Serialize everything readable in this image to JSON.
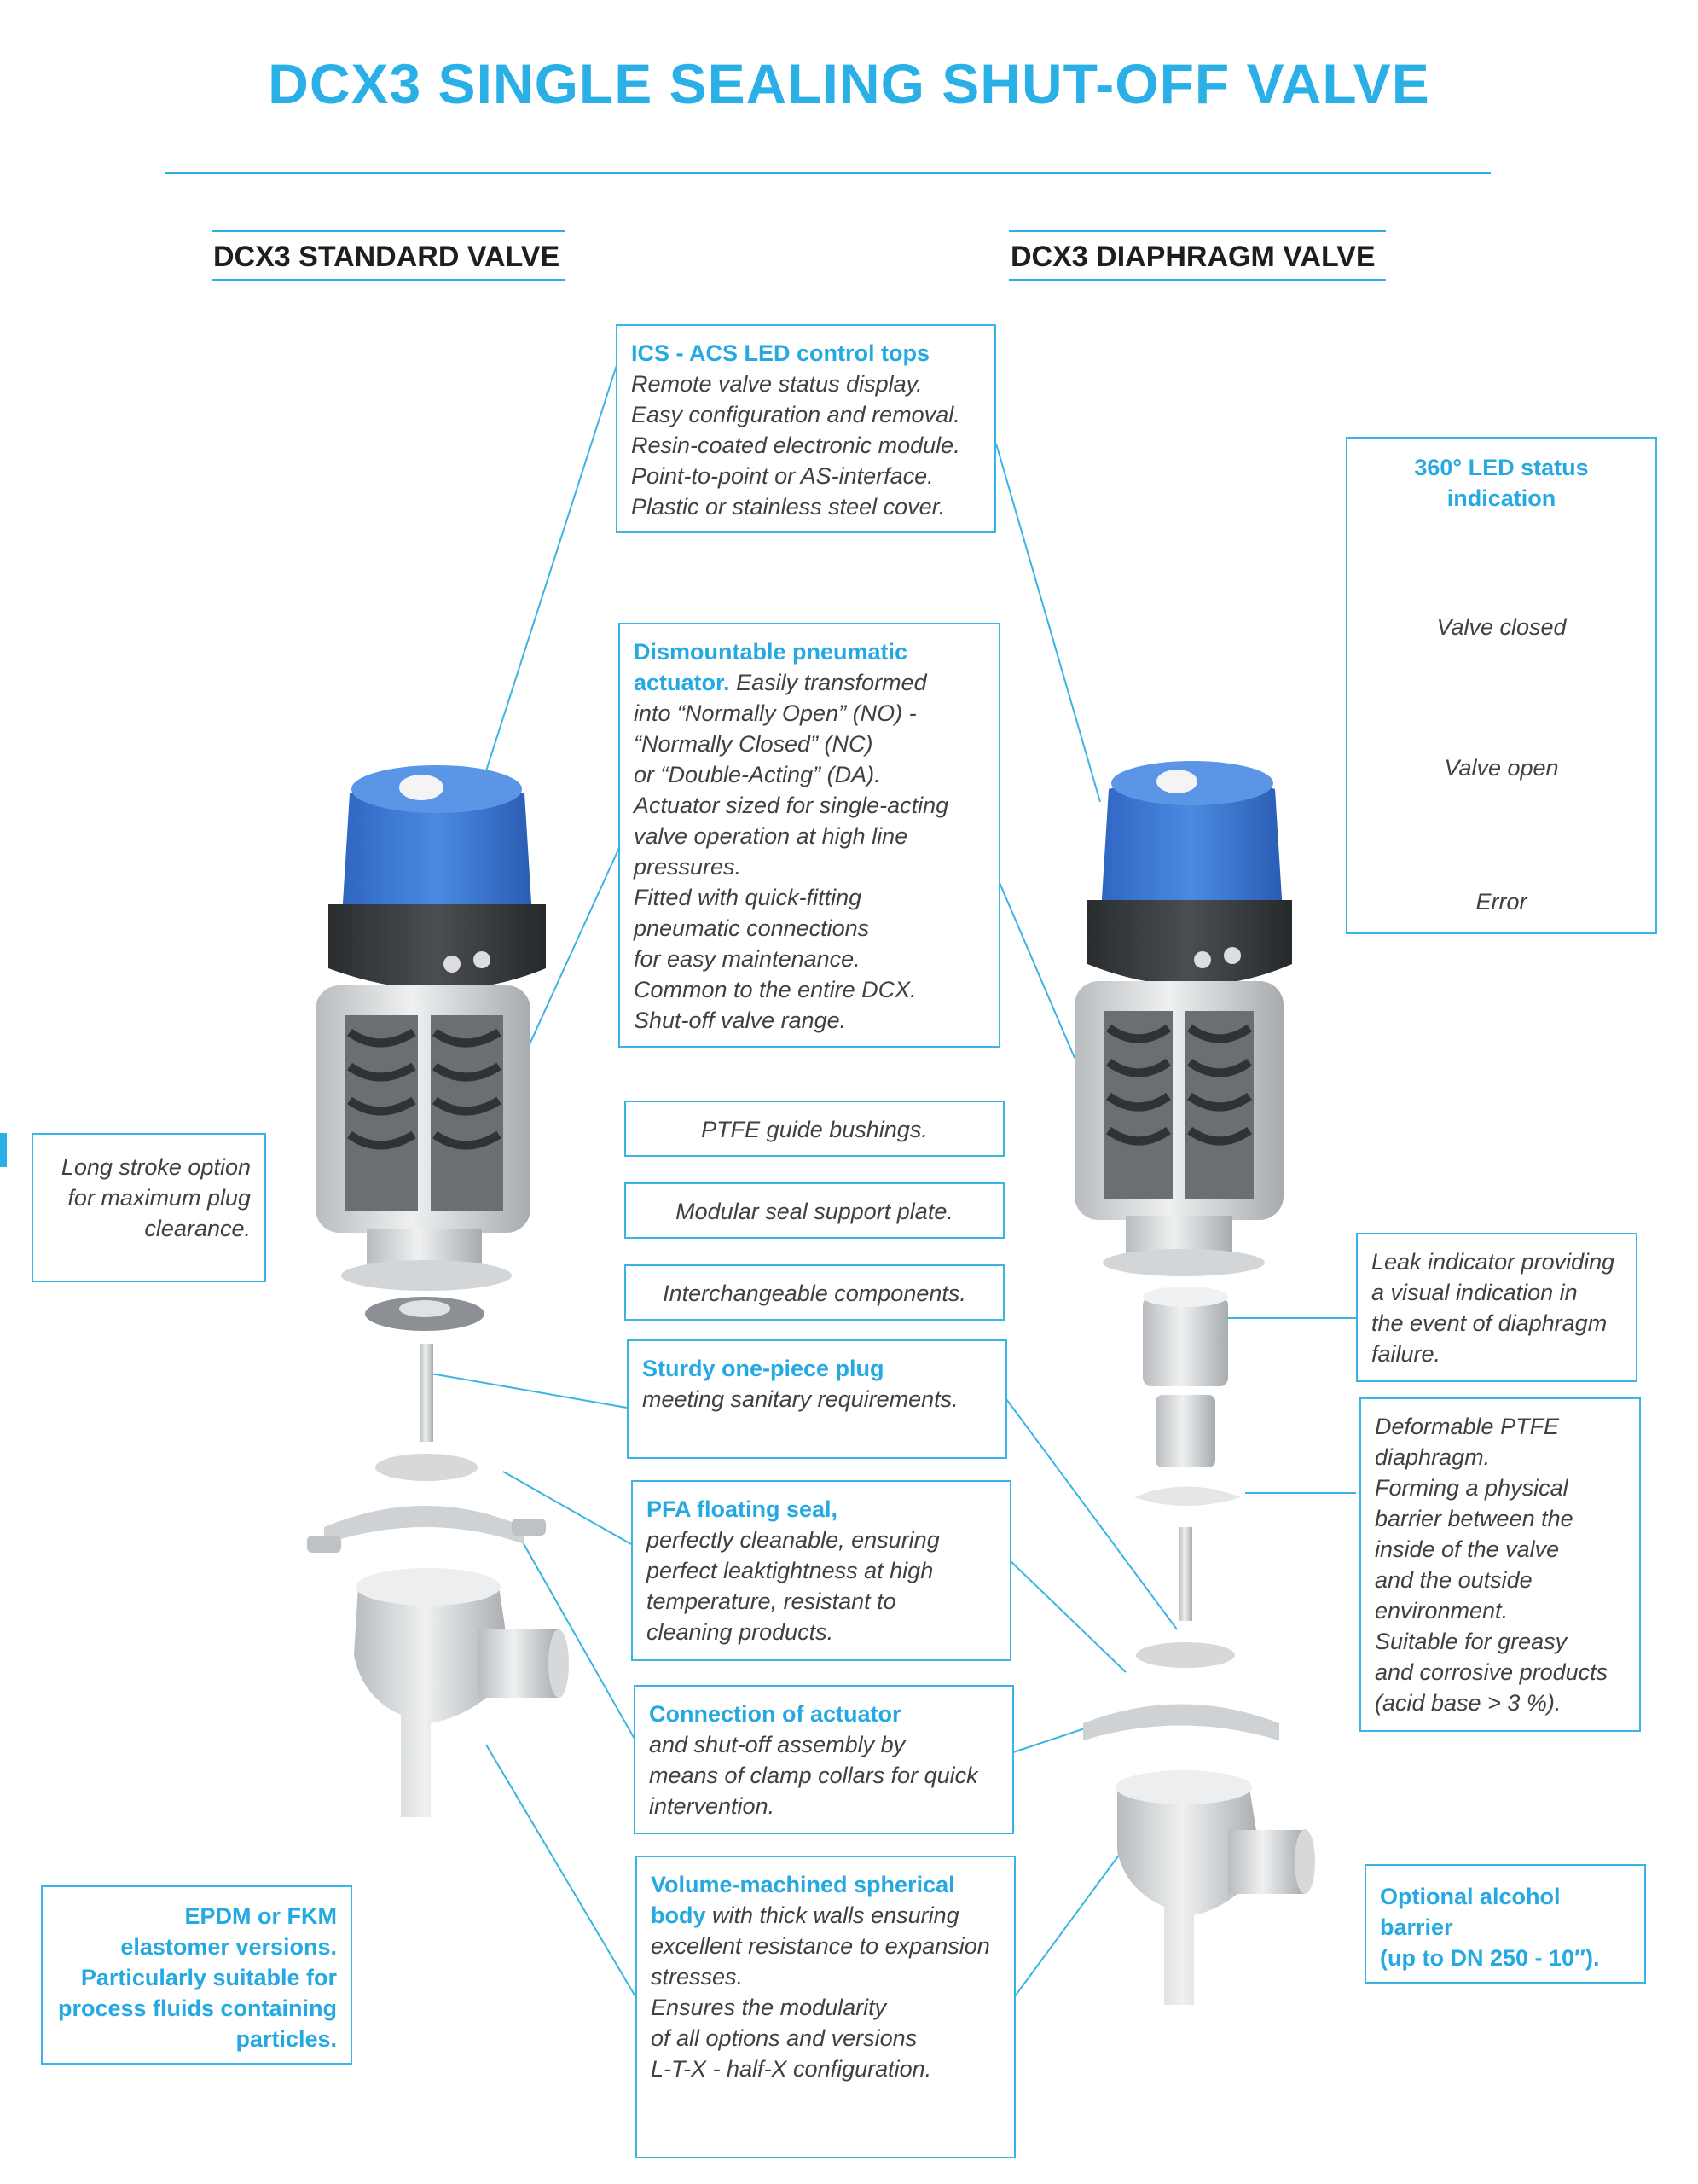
{
  "title": "DCX3 SINGLE SEALING SHUT-OFF VALVE",
  "left_section": "DCX3 STANDARD VALVE",
  "right_section": "DCX3 DIAPHRAGM VALVE",
  "callouts": {
    "ics": {
      "heading": "ICS - ACS LED control tops",
      "lines": [
        "Remote valve status display.",
        "Easy configuration and removal.",
        "Resin-coated electronic module.",
        "Point-to-point or AS-interface.",
        "Plastic or stainless steel cover."
      ]
    },
    "actuator": {
      "heading_1": "Dismountable pneumatic",
      "heading_2": "actuator.",
      "rest": "Easily transformed",
      "lines": [
        "into “Normally Open” (NO) -",
        "“Normally Closed” (NC)",
        "or “Double-Acting” (DA).",
        "Actuator sized for single-acting",
        "valve operation at high line",
        "pressures.",
        "Fitted with quick-fitting",
        "pneumatic connections",
        "for easy maintenance.",
        "Common to the entire DCX.",
        "Shut-off valve range."
      ]
    },
    "ptfe_bushings": "PTFE guide bushings.",
    "seal_plate": "Modular seal support plate.",
    "interchangeable": "Interchangeable components.",
    "plug": {
      "heading": "Sturdy one-piece plug",
      "lines": [
        "meeting sanitary requirements."
      ]
    },
    "pfa": {
      "heading": "PFA floating seal,",
      "lines": [
        "perfectly cleanable, ensuring",
        "perfect leaktightness at high",
        "temperature, resistant to",
        "cleaning products."
      ]
    },
    "connection": {
      "heading": "Connection of actuator",
      "lines": [
        "and shut-off assembly by",
        "means of clamp collars for quick",
        "intervention."
      ]
    },
    "body": {
      "heading_1": "Volume-machined spherical",
      "heading_2": "body",
      "rest": "with thick walls ensuring",
      "lines": [
        "excellent resistance to expansion",
        "stresses.",
        "Ensures the modularity",
        "of all options and versions",
        "L-T-X - half-X configuration."
      ]
    },
    "long_stroke": {
      "lines": [
        "Long stroke option",
        "for maximum plug",
        "clearance."
      ]
    },
    "epdm": {
      "lines": [
        "EPDM or FKM",
        "elastomer versions.",
        "Particularly suitable for",
        "process fluids containing",
        "particles."
      ]
    },
    "led_status": {
      "heading_1": "360° LED status",
      "heading_2": "indication",
      "closed": "Valve closed",
      "open": "Valve open",
      "error": "Error"
    },
    "leak": {
      "lines": [
        "Leak indicator providing",
        "a visual indication in",
        "the event of diaphragm",
        "failure."
      ]
    },
    "diaphragm": {
      "lines": [
        "Deformable PTFE",
        "diaphragm.",
        "Forming a physical",
        "barrier between the",
        "inside of the valve",
        "and the outside",
        "environment.",
        "Suitable for greasy",
        "and corrosive products",
        "(acid base > 3 %)."
      ]
    },
    "alcohol": {
      "lines": [
        "Optional alcohol barrier",
        "(up to DN 250 - 10″)."
      ]
    }
  },
  "colors": {
    "accent": "#2ab0e6",
    "actuator_blue": "#3d7fd6",
    "led_closed": "#6fb3e8",
    "led_open": "#6ccc3a",
    "led_error": "#e5394f"
  }
}
